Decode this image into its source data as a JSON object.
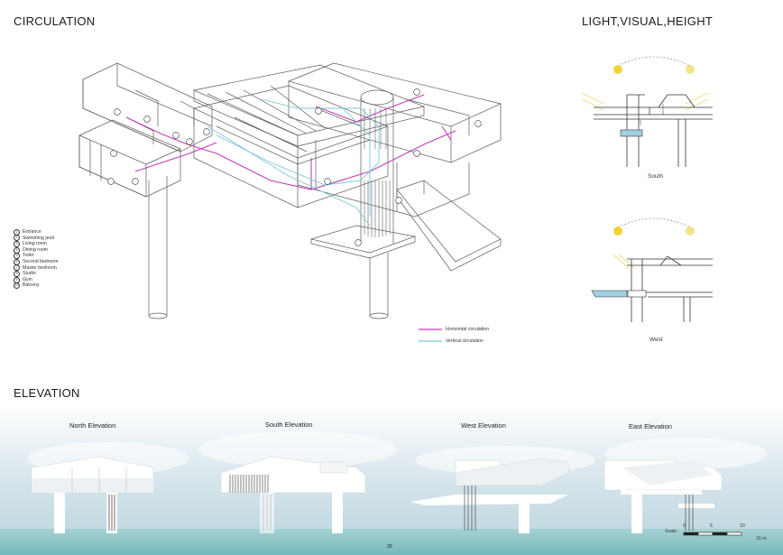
{
  "sections": {
    "circulation": "CIRCULATION",
    "light": "LIGHT,VISUAL,HEIGHT",
    "elevation": "ELEVATION"
  },
  "legend_items": [
    {
      "num": "1",
      "label": "Entrance"
    },
    {
      "num": "2",
      "label": "Swimming pool"
    },
    {
      "num": "3",
      "label": "Living room"
    },
    {
      "num": "4",
      "label": "Dining room"
    },
    {
      "num": "5",
      "label": "Toilet"
    },
    {
      "num": "6",
      "label": "Second bedroom"
    },
    {
      "num": "7",
      "label": "Master bedroom"
    },
    {
      "num": "8",
      "label": "Studio"
    },
    {
      "num": "9",
      "label": "Gym"
    },
    {
      "num": "10",
      "label": "Balcony"
    }
  ],
  "circulation_key": {
    "horizontal": "Horizontal circulation",
    "vertical": "Vertical circulation",
    "horizontal_color": "#c23fb5",
    "vertical_color": "#7ec6d8"
  },
  "sun_sections": {
    "south": "South",
    "west": "West"
  },
  "elevations": {
    "north": "North Elevation",
    "south": "South Elevation",
    "west": "West Elevation",
    "east": "East Elevation"
  },
  "scale_bar": {
    "label": "Scale",
    "ticks": [
      "0",
      "5",
      "10",
      "15 m"
    ]
  },
  "page_number": "25",
  "colors": {
    "sun": "#f2d33a",
    "line": "#555555",
    "sky_top": "#ffffff",
    "sky_bottom": "#c9dde6",
    "sea": "#8fc7c9",
    "glass": "#9fd0e6"
  }
}
